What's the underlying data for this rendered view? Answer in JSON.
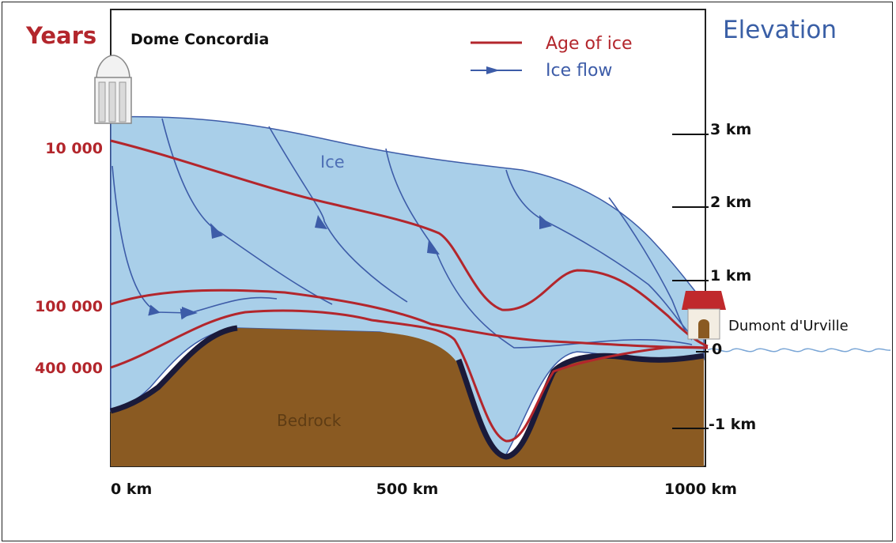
{
  "header": {
    "left_label": "Years",
    "site_name": "Dome Concordia",
    "right_label": "Elevation"
  },
  "legend": {
    "age_label": "Age of ice",
    "flow_label": "Ice flow"
  },
  "regions": {
    "ice": "Ice",
    "bedrock": "Bedrock"
  },
  "station": "Dumont d'Urville",
  "age_axis": [
    "10 000",
    "100 000",
    "400 000"
  ],
  "elevation_axis": [
    "3 km",
    "2 km",
    "1 km",
    "0",
    "-1 km"
  ],
  "distance_axis": [
    "0 km",
    "500 km",
    "1000 km"
  ],
  "colors": {
    "age": "#b3262c",
    "flow": "#3d5ca8",
    "ice": "#a9cfe9",
    "bedrock": "#8a5a22",
    "elevation_title": "#3a5fa6"
  }
}
